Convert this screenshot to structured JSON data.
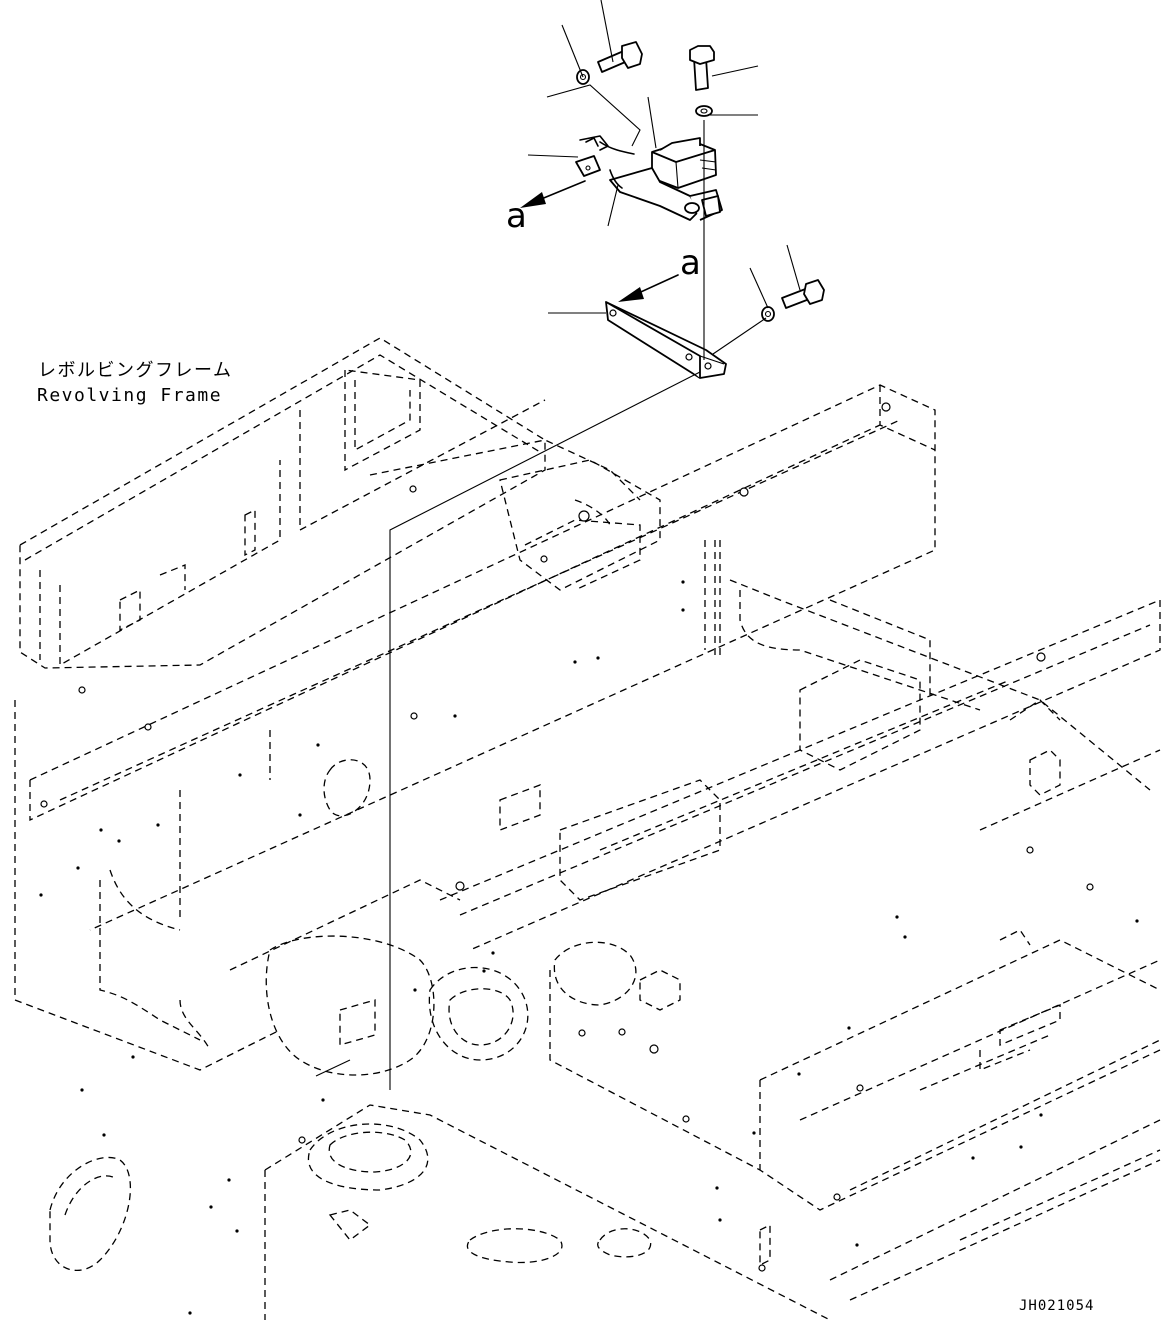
{
  "frame_label": {
    "japanese": "レボルビングフレーム",
    "english": "Revolving Frame"
  },
  "callouts": [
    "a",
    "a"
  ],
  "drawing_number": "JH021054"
}
